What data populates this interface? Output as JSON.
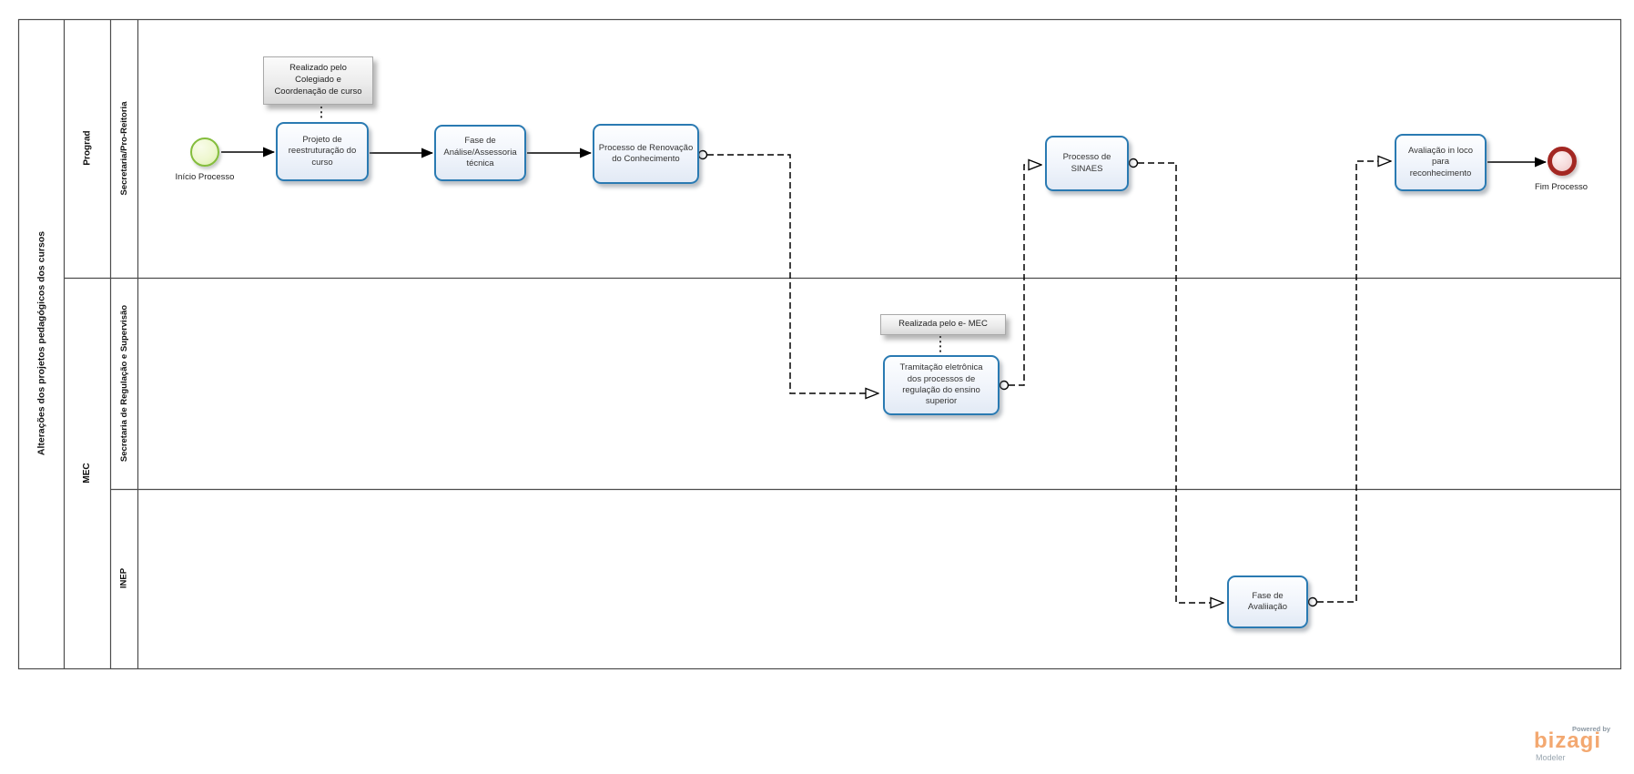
{
  "diagram": {
    "pool_title": "Alterações dos projetos pedagógicos dos cursos",
    "groups": {
      "prograd": "Prograd",
      "mec": "MEC"
    },
    "lanes": {
      "secretaria_pro_reitoria": "Secretaria/Pro-Reitoria",
      "secretaria_regulacao": "Secretaria de Regulação e Supervisão",
      "inep": "INEP"
    }
  },
  "nodes": {
    "start_event": {
      "label": "Início Processo"
    },
    "task_projeto": {
      "label": "Projeto de\nreestruturação do\ncurso"
    },
    "task_fase_analise": {
      "label": "Fase de\nAnálise/Assessoria\ntécnica"
    },
    "task_renovacao": {
      "label": "Processo de Renovação\ndo Conhecimento"
    },
    "task_tramitacao": {
      "label": "Tramitação eletrônica\ndos processos de\nregulação do ensino\nsuperior"
    },
    "task_sinaes": {
      "label": "Processo de\nSINAES"
    },
    "task_fase_avaliacao": {
      "label": "Fase de\nAvaliiação"
    },
    "task_avaliacao_in_loco": {
      "label": "Avaliação in loco\npara\nreconhecimento"
    },
    "end_event": {
      "label": "Fim Processo"
    }
  },
  "annotations": {
    "colegiado": {
      "text": "Realizado pelo\nColegiado e\nCoordenação de curso"
    },
    "emec": {
      "text": "Realizada pelo e- MEC"
    }
  },
  "logo": {
    "powered_by": "Powered by",
    "brand": "bizagi",
    "product": "Modeler"
  },
  "colors": {
    "task_border": "#2a7ab2",
    "start_event_border": "#84bd3c",
    "end_event_border": "#a32722",
    "lane_border": "#4d4d4d",
    "flow_line": "#000000",
    "annotation_fill": "#e9e9e9",
    "logo_orange": "#f3a870",
    "logo_gray": "#9aa6b0"
  }
}
